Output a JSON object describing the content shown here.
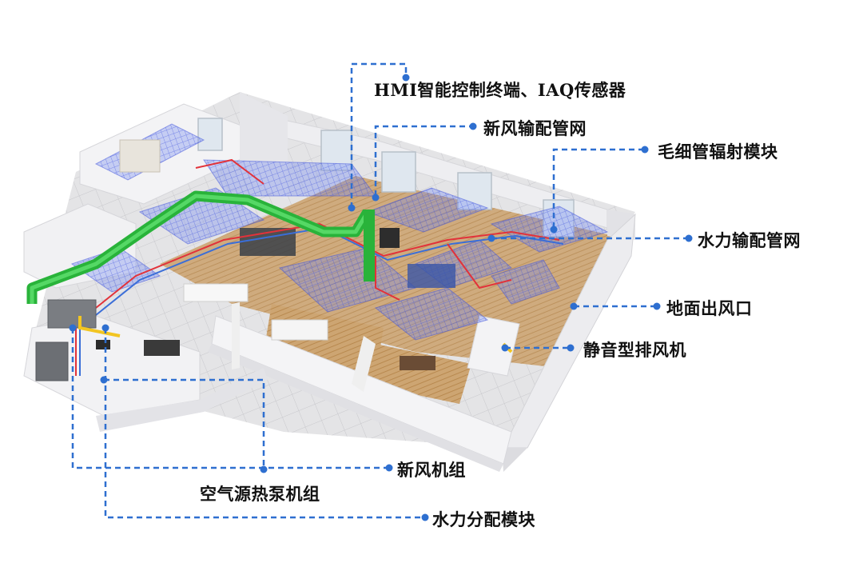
{
  "diagram": {
    "colors": {
      "leader": "#2e6fd0",
      "dot": "#2e6fd0",
      "duct_green": "#2fbf3f",
      "pipe_red": "#e2323a",
      "pipe_blue": "#3a6ed8",
      "radiant_grid": "#6f86f0",
      "wall": "#f1f1f3",
      "floor_wood": "#c79f6e",
      "floor_tile": "#dcdcdc"
    },
    "labels": [
      {
        "id": "hmi",
        "text": "HMI智能控制终端、IAQ传感器"
      },
      {
        "id": "fresh-air-duct",
        "text": "新风输配管网"
      },
      {
        "id": "capillary",
        "text": "毛细管辐射模块"
      },
      {
        "id": "hydraulic-pipe",
        "text": "水力输配管网"
      },
      {
        "id": "floor-outlet",
        "text": "地面出风口"
      },
      {
        "id": "exhaust-fan",
        "text": "静音型排风机"
      },
      {
        "id": "fresh-air-unit",
        "text": "新风机组"
      },
      {
        "id": "heat-pump",
        "text": "空气源热泵机组"
      },
      {
        "id": "hydraulic-module",
        "text": "水力分配模块"
      }
    ]
  }
}
